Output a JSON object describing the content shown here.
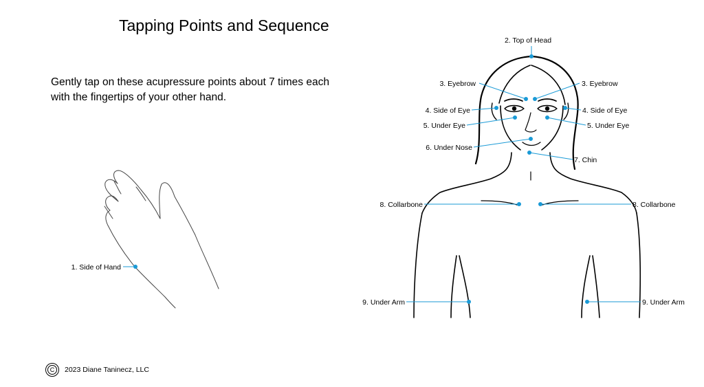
{
  "title": "Tapping Points and Sequence",
  "intro": "Gently tap on these acupressure points about 7 times each with the fingertips of your other hand.",
  "copyright": {
    "symbol": "C",
    "text": "2023 Diane Taninecz, LLC"
  },
  "points": {
    "side_of_hand": "1. Side of Hand",
    "top_of_head": "2. Top of Head",
    "eyebrow_left": "3. Eyebrow",
    "eyebrow_right": "3. Eyebrow",
    "side_of_eye_left": "4. Side of Eye",
    "side_of_eye_right": "4. Side of Eye",
    "under_eye_left": "5. Under Eye",
    "under_eye_right": "5. Under Eye",
    "under_nose": "6. Under Nose",
    "chin": "7. Chin",
    "collarbone_left": "8. Collarbone",
    "collarbone_right": "8. Collarbone",
    "under_arm_left": "9. Under Arm",
    "under_arm_right": "9. Under Arm"
  },
  "colors": {
    "point_marker": "#1a9ad6",
    "line_art": "#000000"
  }
}
